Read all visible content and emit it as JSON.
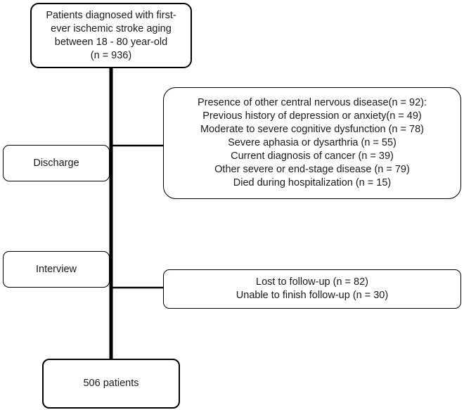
{
  "top_box": {
    "lines": [
      "Patients diagnosed with first-",
      "ever ischemic stroke aging",
      "between 18 - 80 year-old",
      "(n = 936)"
    ]
  },
  "discharge_box": {
    "label": "Discharge"
  },
  "exclusion_box_1": {
    "lines": [
      "Presence of other central nervous disease(n = 92):",
      "Previous history of depression or anxiety(n = 49)",
      "Moderate to severe cognitive dysfunction (n = 78)",
      "Severe aphasia or dysarthria (n = 55)",
      "Current diagnosis of cancer (n = 39)",
      "Other severe or end-stage disease (n = 79)",
      "Died during hospitalization (n = 15)"
    ]
  },
  "interview_box": {
    "label": "Interview"
  },
  "exclusion_box_2": {
    "lines": [
      "Lost to follow-up (n = 82)",
      "Unable to finish follow-up (n = 30)"
    ]
  },
  "final_box": {
    "label": "506 patients"
  }
}
